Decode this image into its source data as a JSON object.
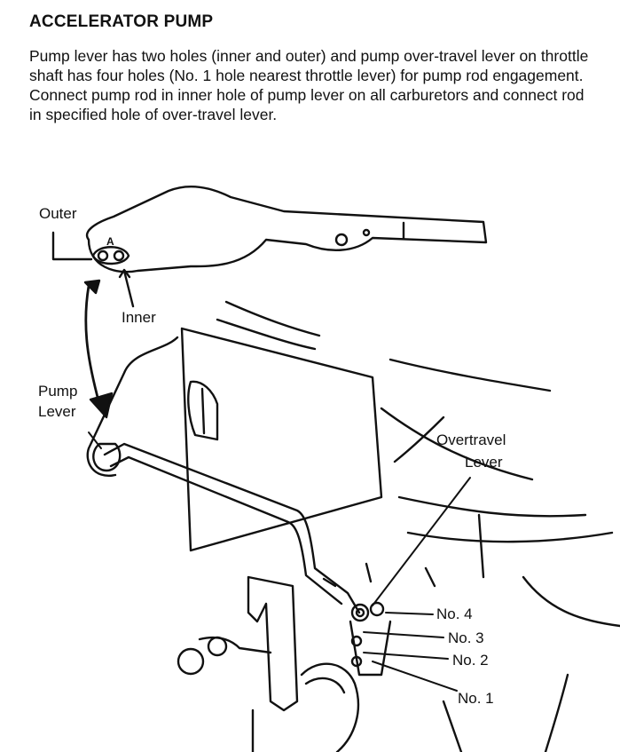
{
  "header": {
    "title": "ACCELERATOR PUMP"
  },
  "body": {
    "paragraph": "Pump lever has two holes (inner and outer) and pump over-travel lever on throttle shaft has four holes (No. 1 hole nearest throttle lever) for pump rod engagement. Connect pump rod in inner hole of pump lever on all carburetors and connect rod in specified hole of over-travel lever."
  },
  "figure": {
    "labels": {
      "outer": "Outer",
      "inner": "Inner",
      "hole_mark": "A",
      "pump_lever_line1": "Pump",
      "pump_lever_line2": "Lever",
      "overtravel_line1": "Overtravel",
      "overtravel_line2": "Lever",
      "no4": "No. 4",
      "no3": "No. 3",
      "no2": "No. 2",
      "no1": "No. 1"
    }
  }
}
